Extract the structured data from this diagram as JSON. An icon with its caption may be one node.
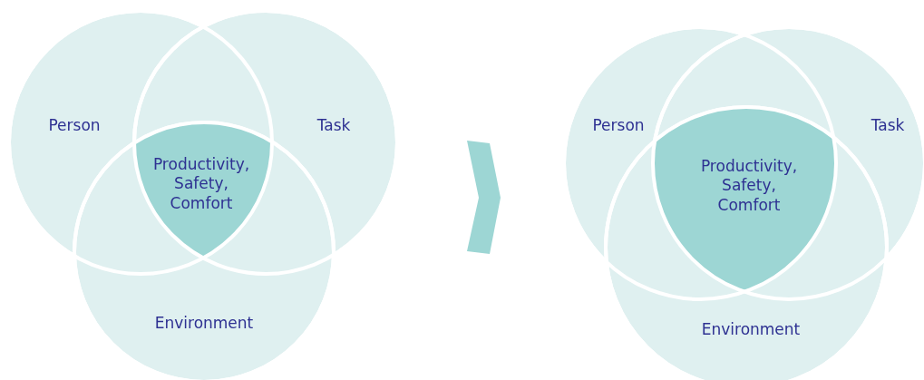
{
  "diagram": {
    "nodes": [
      {
        "text": [
          "Person"
        ]
      },
      {
        "text": [
          "Task"
        ]
      },
      {
        "text": [
          "Environment"
        ]
      },
      {
        "text": [
          "Productivity, Safety, Comfort"
        ]
      },
      {
        "text": [
          "Person"
        ]
      },
      {
        "text": [
          "Task"
        ]
      },
      {
        "text": [
          "Environment"
        ]
      },
      {
        "text": [
          "Productivity, Safety, Comfort"
        ]
      }
    ]
  }
}
